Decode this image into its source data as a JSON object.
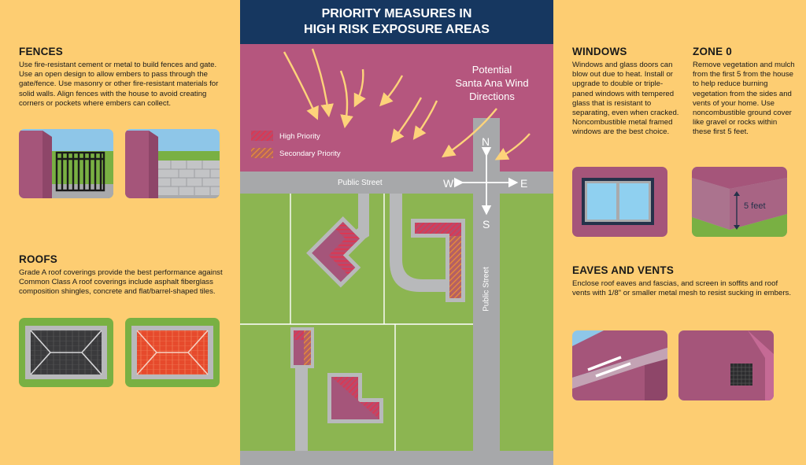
{
  "title": {
    "line1": "PRIORITY MEASURES IN",
    "line2": "HIGH RISK EXPOSURE AREAS"
  },
  "fences": {
    "heading": "FENCES",
    "text": "Use fire-resistant cement or metal to build fences and gate. Use an open design to allow embers to pass through the gate/fence. Use masonry or other fire-resistant materials for solid walls. Align fences with the house to avoid creating corners or pockets where embers can collect."
  },
  "roofs": {
    "heading": "ROOFS",
    "text": "Grade A roof coverings provide the best performance against Common Class A roof coverings include asphalt fiberglass composition shingles, concrete and flat/barrel-shaped tiles."
  },
  "windows": {
    "heading": "WINDOWS",
    "text": "Windows and glass doors can blow out due to heat. Install or upgrade to double or triple-paned windows with tempered glass that is resistant to separating, even when cracked. Noncombustible metal framed windows are the best choice."
  },
  "zone0": {
    "heading": "ZONE 0",
    "text": "Remove vegetation and mulch from the first 5 from the house to help reduce burning vegetation from the sides and vents of your home. Use noncombustible ground cover like gravel or rocks within these first 5 feet.",
    "measure_label": "5 feet"
  },
  "eaves": {
    "heading": "EAVES AND VENTS",
    "text": "Enclose roof eaves and fascias, and screen in soffits and roof vents with 1/8\" or smaller metal mesh to resist sucking in embers."
  },
  "map": {
    "wind_label_1": "Potential",
    "wind_label_2": "Santa Ana Wind",
    "wind_label_3": "Directions",
    "legend_high": "High Priority",
    "legend_secondary": "Secondary Priority",
    "street_horizontal": "Public Street",
    "street_vertical": "Public Street",
    "compass_n": "N",
    "compass_s": "S",
    "compass_e": "E",
    "compass_w": "W"
  },
  "colors": {
    "background": "#fdcd72",
    "title_bg": "#163760",
    "wind_zone": "#b5567e",
    "lawn": "#8cb551",
    "street": "#a7a8aa",
    "house": "#a5557a",
    "high_priority": "#e03544",
    "secondary_priority": "#e98a3c",
    "arrow": "#fdd37a"
  }
}
